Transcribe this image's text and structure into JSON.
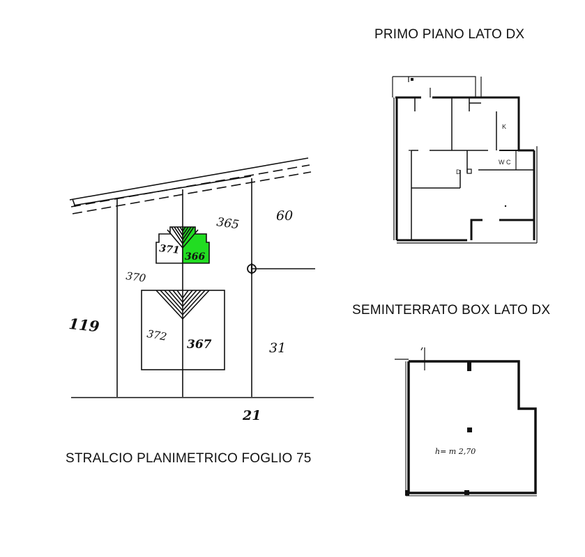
{
  "captions": {
    "primo_piano": "PRIMO PIANO LATO DX",
    "seminterrato": "SEMINTERRATO BOX LATO DX",
    "stralcio": "STRALCIO PLANIMETRICO FOGLIO 75"
  },
  "parcels": {
    "p365": "365",
    "p60": "60",
    "p371": "371",
    "p366": "366",
    "p370": "370",
    "p119": "119",
    "p372": "372",
    "p367": "367",
    "p31": "31",
    "p21": "21"
  },
  "floorplan_labels": {
    "k": "K",
    "wc": "W C",
    "d": "D"
  },
  "box_height": "h= m 2,70",
  "colors": {
    "highlight": "#22dd22",
    "ink": "#111111"
  }
}
